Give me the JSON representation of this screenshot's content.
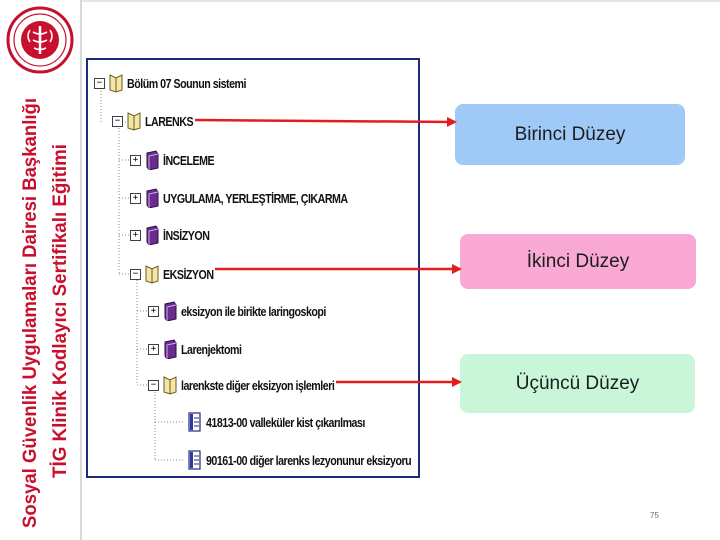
{
  "sidebar": {
    "title_line1": "Sosyal Güvenlik Uygulamaları Dairesi Başkanlığı",
    "title_line2": "TİG Klinik Kodlayıcı Sertifikalı Eğitimi",
    "logo_icon": "ministry-of-health-emblem-icon"
  },
  "tree": {
    "nodes": [
      {
        "label": "Bölüm 07 Sounun sistemi",
        "toggle": "−",
        "book": "open"
      },
      {
        "label": "LARENKS",
        "toggle": "−",
        "book": "open"
      },
      {
        "label": "İNCELEME",
        "toggle": "+",
        "book": "closed"
      },
      {
        "label": "UYGULAMA, YERLEŞTİRME, ÇIKARMA",
        "toggle": "+",
        "book": "closed"
      },
      {
        "label": "İNSİZYON",
        "toggle": "+",
        "book": "closed"
      },
      {
        "label": "EKSİZYON",
        "toggle": "−",
        "book": "open"
      },
      {
        "label": "eksizyon ile birikte laringoskopi",
        "toggle": "+",
        "book": "closed"
      },
      {
        "label": "Larenjektomi",
        "toggle": "+",
        "book": "closed"
      },
      {
        "label": "larenkste diğer eksizyon işlemleri",
        "toggle": "−",
        "book": "open"
      },
      {
        "label": "41813-00 valleküler kist çıkarılması",
        "toggle": "",
        "book": "page"
      },
      {
        "label": "90161-00 diğer larenks lezyonunur eksizyoru",
        "toggle": "",
        "book": "page"
      }
    ]
  },
  "levels": {
    "first": "Birinci Düzey",
    "second": "İkinci Düzey",
    "third": "Üçüncü Düzey"
  },
  "colors": {
    "first_box": "#9fcaf7",
    "second_box": "#f9a9d3",
    "third_box": "#c9f5d9",
    "arrow": "#e31d1d",
    "tree_border": "#1f2a78",
    "sidebar_text": "#c8102e"
  },
  "page_number": "75"
}
